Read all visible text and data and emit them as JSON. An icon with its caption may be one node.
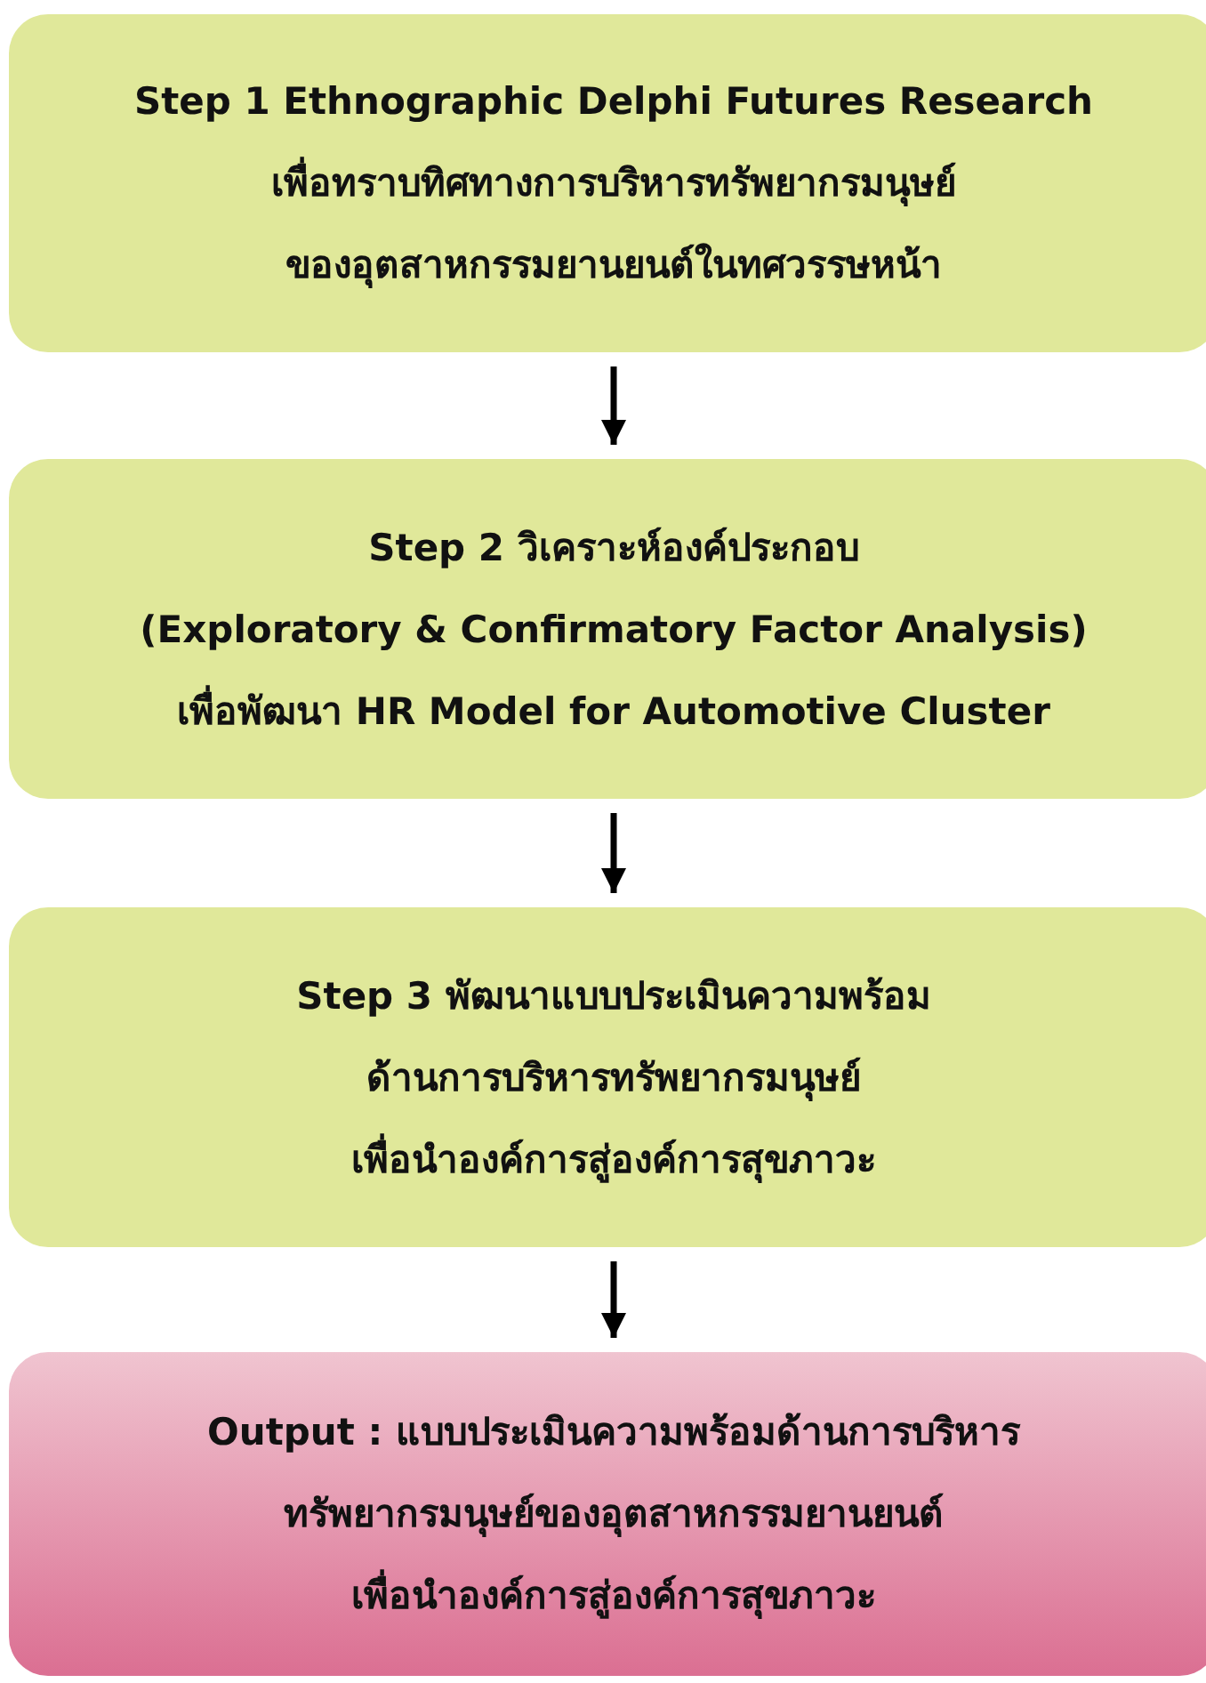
{
  "diagram": {
    "nodes": [
      {
        "text": [
          "Step 1 Ethnographic Delphi Futures Research",
          "เพื่อทราบทิศทางการบริหารทรัพยากรมนุษย์",
          "ของอุตสาหกรรมยานยนต์ในทศวรรษหน้า"
        ]
      },
      {
        "text": [
          "Step 2  วิเคราะห์องค์ประกอบ",
          "(Exploratory & Confirmatory Factor Analysis)",
          "เพื่อพัฒนา HR Model for Automotive Cluster"
        ]
      },
      {
        "text": [
          "Step 3  พัฒนาแบบประเมินความพร้อม",
          "ด้านการบริหารทรัพยากรมนุษย์",
          "เพื่อนำองค์การสู่องค์การสุขภาวะ"
        ]
      },
      {
        "text": [
          "Output : แบบประเมินความพร้อมด้านการบริหาร",
          "ทรัพยากรมนุษย์ของอุตสาหกรรมยานยนต์",
          "เพื่อนำองค์การสู่องค์การสุขภาวะ"
        ]
      }
    ],
    "edges": [
      {
        "from": 0,
        "to": 1,
        "arrow": "to"
      },
      {
        "from": 1,
        "to": 2,
        "arrow": "to"
      },
      {
        "from": 2,
        "to": 3,
        "arrow": "to"
      }
    ]
  }
}
